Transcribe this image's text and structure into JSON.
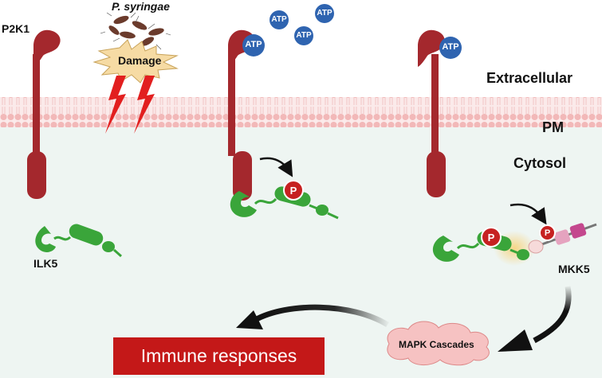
{
  "labels": {
    "p2k1": "P2K1",
    "pathogen": "P. syringae",
    "damage": "Damage",
    "extracellular": "Extracellular",
    "pm": "PM",
    "cytosol": "Cytosol",
    "ilk5": "ILK5",
    "mkk5": "MKK5",
    "mapk": "MAPK Cascades",
    "immune": "Immune responses",
    "atp": "ATP",
    "phospho": "P"
  },
  "colors": {
    "receptor": "#a4282d",
    "kinase": "#3aa53a",
    "atp": "#2f64b0",
    "phospho": "#c62121",
    "immune_box": "#c41818",
    "membrane": "#f4c9c9",
    "cytosol_bg": "#eef5f2",
    "mapk_cloud": "#f6c2c2",
    "mkk5_domains": [
      "#f6dada",
      "#e5a3bf",
      "#c4488e"
    ]
  }
}
